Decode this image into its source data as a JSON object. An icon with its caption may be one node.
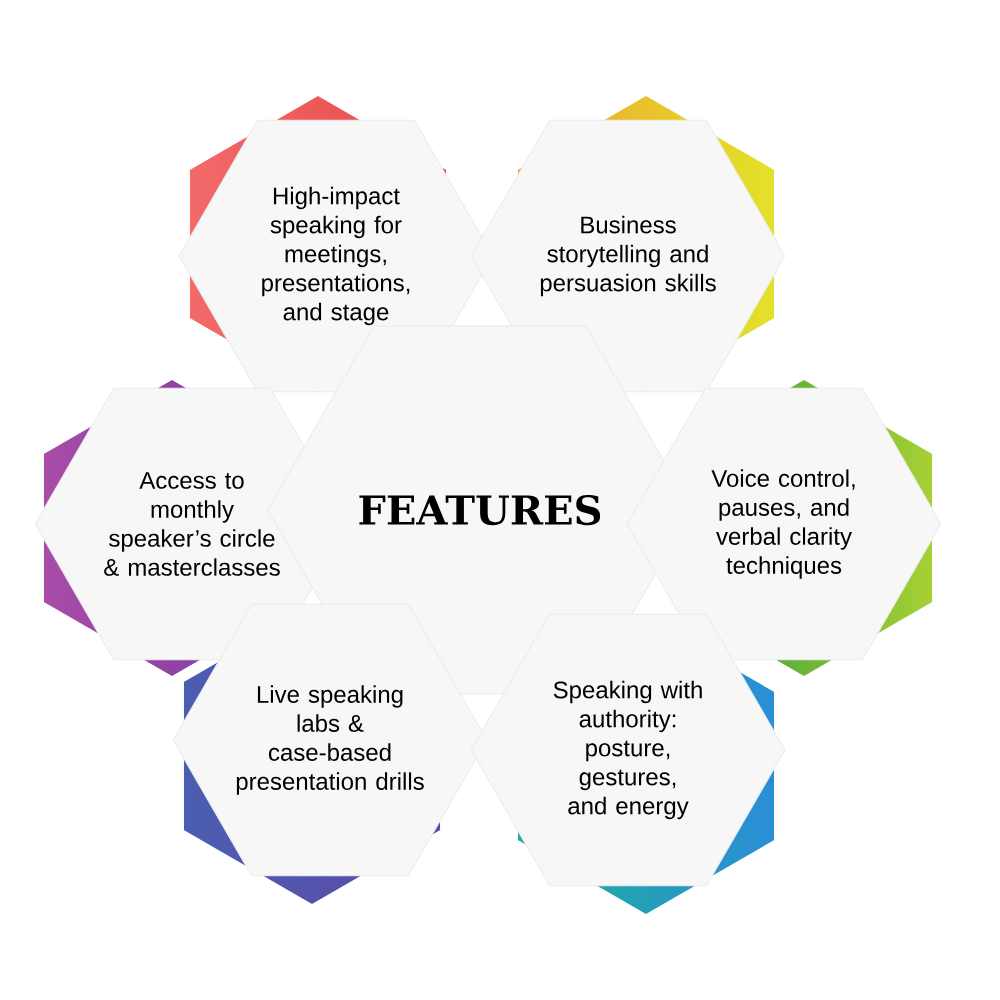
{
  "diagram": {
    "nodes": [
      {
        "text": [
          "High-impact speaking for meetings, presentations, and stage"
        ]
      },
      {
        "text": [
          "Business storytelling and persuasion skills"
        ]
      },
      {
        "text": [
          "Access to monthly speaker’s circle & masterclasses"
        ]
      },
      {
        "text": [
          "FEATURES"
        ]
      },
      {
        "text": [
          "Voice control, pauses, and verbal clarity techniques"
        ]
      },
      {
        "text": [
          "Live speaking labs & case-based presentation drills"
        ]
      },
      {
        "text": [
          "Speaking with authority: posture, gestures, and energy"
        ]
      }
    ]
  }
}
